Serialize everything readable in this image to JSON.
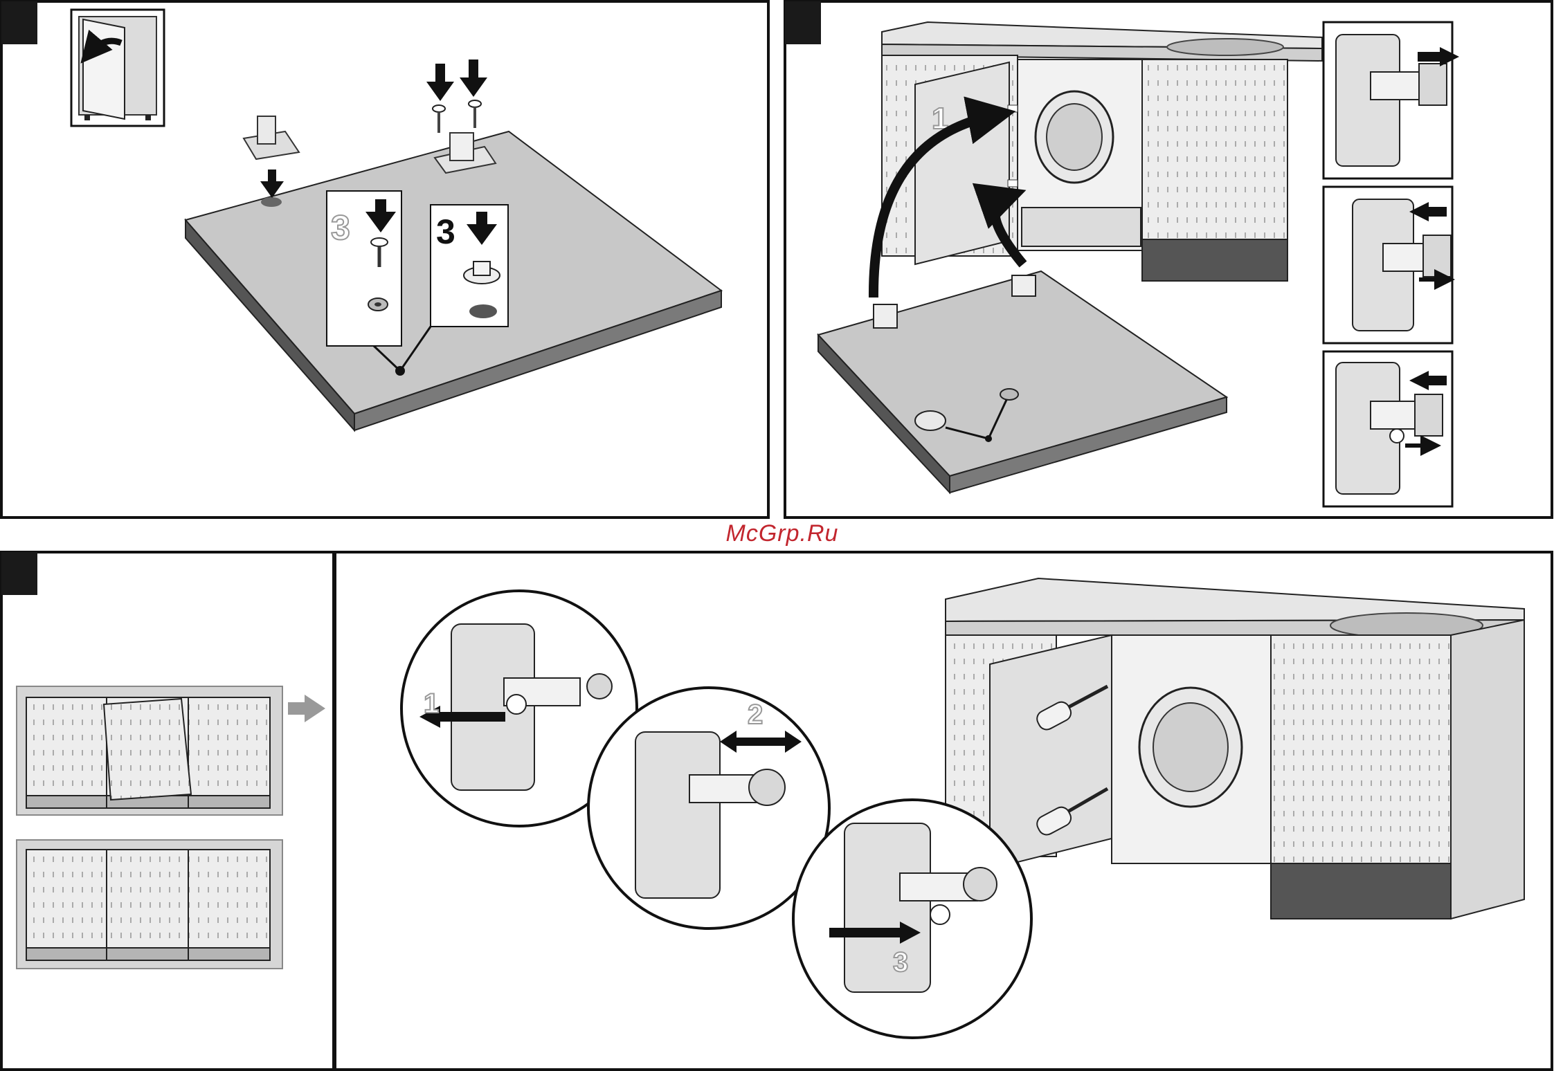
{
  "watermark": {
    "text": "McGrp.Ru",
    "color": "#c2262e"
  },
  "step_labels": {
    "panel1_left": "3",
    "panel1_right": "3",
    "panel2_door": "1",
    "panel4_circle1": "1",
    "panel4_circle2": "2",
    "panel4_circle3": "3"
  },
  "colors": {
    "frame": "#111111",
    "plate": "#bcbcbc",
    "plate_side": "#666666",
    "cabinet": "#e8e8e8",
    "plinth": "#555555"
  }
}
